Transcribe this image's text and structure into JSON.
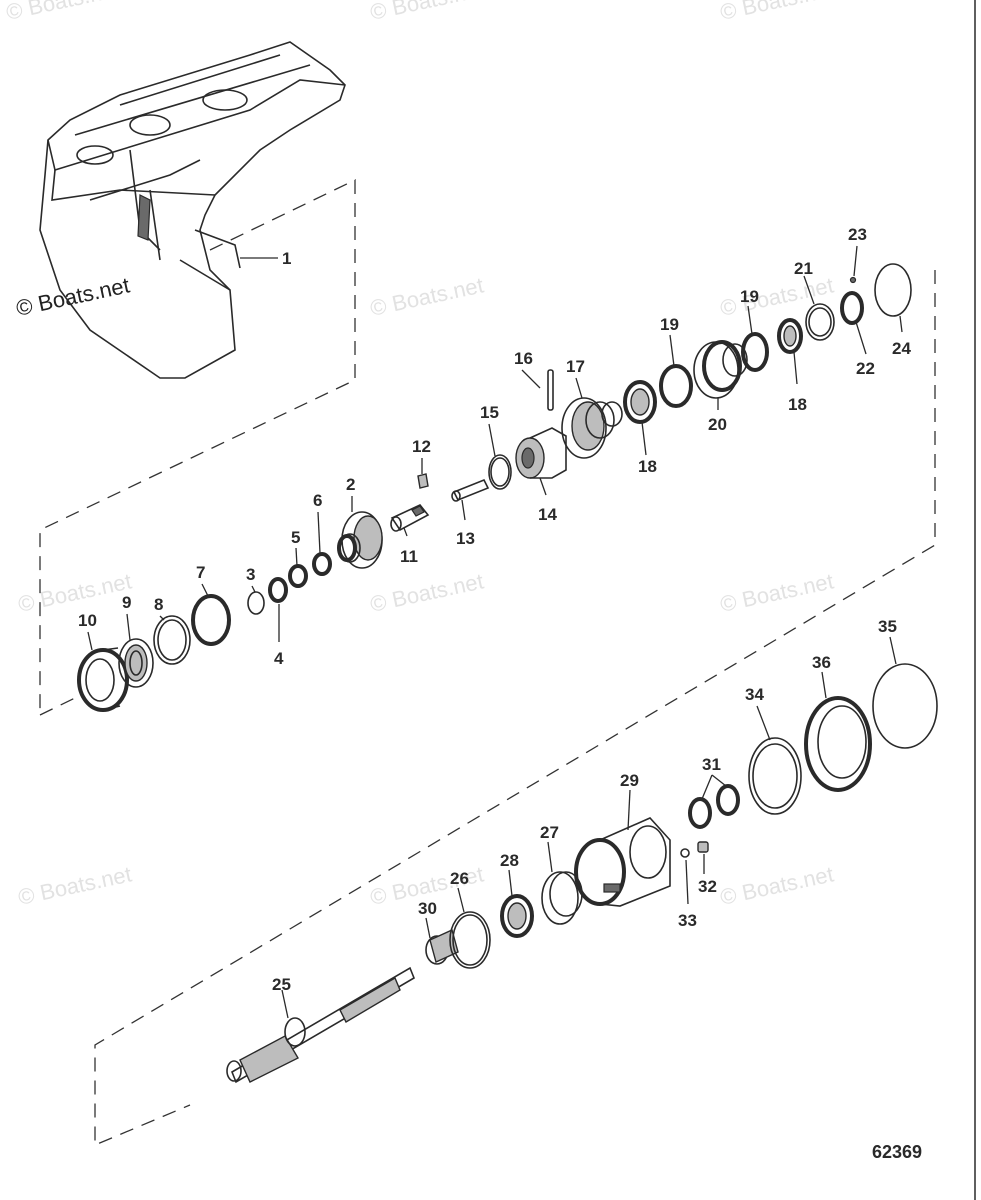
{
  "figure_number": "62369",
  "watermark_text": "© Boats.net",
  "callouts": [
    "1",
    "2",
    "3",
    "4",
    "5",
    "6",
    "7",
    "8",
    "9",
    "10",
    "11",
    "12",
    "13",
    "14",
    "15",
    "16",
    "17",
    "18",
    "18",
    "19",
    "19",
    "20",
    "21",
    "22",
    "23",
    "24",
    "25",
    "26",
    "27",
    "28",
    "29",
    "30",
    "31",
    "32",
    "33",
    "34",
    "35",
    "36"
  ],
  "colors": {
    "line": "#2a2a2a",
    "watermark": "#e2e2e2",
    "background": "#ffffff"
  }
}
